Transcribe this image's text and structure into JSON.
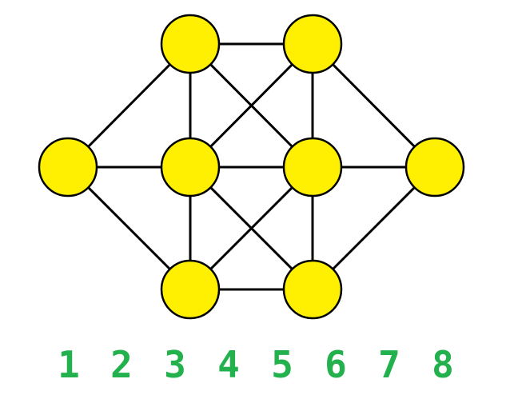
{
  "colors": {
    "background": "#ffffff",
    "node_fill": "#ffef00",
    "node_stroke": "#000000",
    "edge": "#000000",
    "label": "#22b14c"
  },
  "graph": {
    "nodes": [
      "top-left",
      "top-right",
      "left",
      "center-left",
      "center-right",
      "right",
      "bottom-left",
      "bottom-right"
    ],
    "edges": [
      [
        "top-left",
        "top-right"
      ],
      [
        "top-left",
        "left"
      ],
      [
        "top-left",
        "center-left"
      ],
      [
        "top-left",
        "center-right"
      ],
      [
        "top-right",
        "center-left"
      ],
      [
        "top-right",
        "center-right"
      ],
      [
        "top-right",
        "right"
      ],
      [
        "left",
        "center-left"
      ],
      [
        "left",
        "bottom-left"
      ],
      [
        "center-left",
        "center-right"
      ],
      [
        "center-left",
        "bottom-left"
      ],
      [
        "center-left",
        "bottom-right"
      ],
      [
        "center-right",
        "right"
      ],
      [
        "center-right",
        "bottom-left"
      ],
      [
        "center-right",
        "bottom-right"
      ],
      [
        "right",
        "bottom-right"
      ],
      [
        "bottom-left",
        "bottom-right"
      ]
    ]
  },
  "labels": [
    "1",
    "2",
    "3",
    "4",
    "5",
    "6",
    "7",
    "8"
  ]
}
